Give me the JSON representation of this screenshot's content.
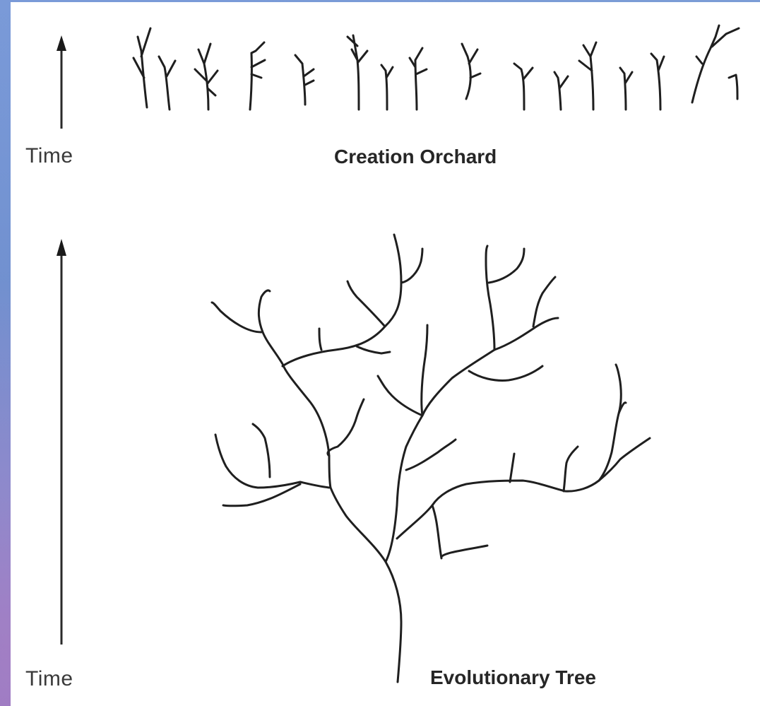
{
  "orchard": {
    "time_label": "Time",
    "title": "Creation Orchard"
  },
  "tree": {
    "time_label": "Time",
    "title": "Evolutionary Tree"
  }
}
